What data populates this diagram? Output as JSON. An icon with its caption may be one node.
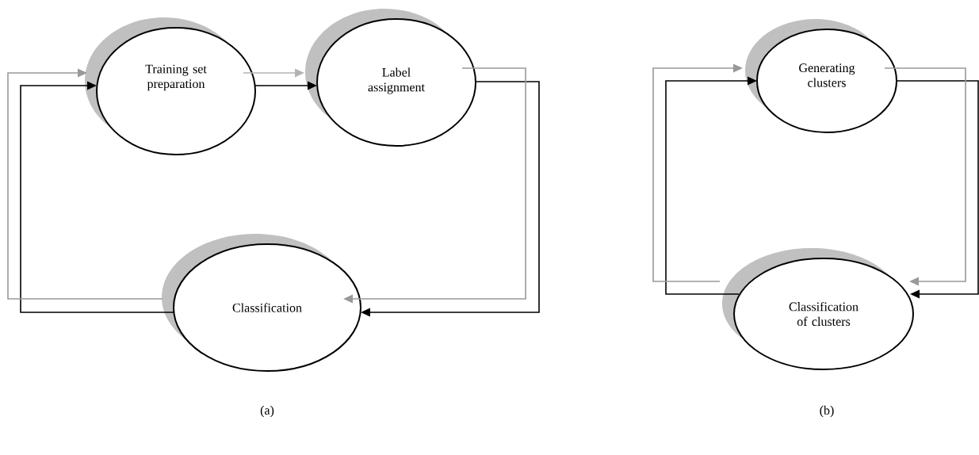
{
  "diagram": {
    "nodes": [
      {
        "text": [
          "Training set preparation"
        ]
      },
      {
        "text": [
          "Label assignment"
        ]
      },
      {
        "text": [
          "Classification"
        ]
      },
      {
        "text": [
          "Generating clusters"
        ]
      },
      {
        "text": [
          "Classification of clusters"
        ]
      }
    ],
    "edges": [
      {
        "from": 0,
        "to": 1,
        "arrow": "to"
      },
      {
        "from": 1,
        "to": 2,
        "arrow": "to"
      },
      {
        "from": 2,
        "to": 0,
        "arrow": "to"
      },
      {
        "from": 0,
        "to": 1,
        "arrow": "to",
        "color": "#b3b3b3"
      },
      {
        "from": 1,
        "to": 2,
        "arrow": "to",
        "color": "#999999"
      },
      {
        "from": 2,
        "to": 0,
        "arrow": "to",
        "color": "#999999"
      },
      {
        "from": 3,
        "to": 4,
        "arrow": "to"
      },
      {
        "from": 4,
        "to": 3,
        "arrow": "to"
      },
      {
        "from": 3,
        "to": 4,
        "arrow": "to",
        "color": "#999999"
      },
      {
        "from": 4,
        "to": 3,
        "arrow": "to",
        "color": "#999999"
      }
    ],
    "labels": [
      "(a)",
      "(b)"
    ]
  }
}
